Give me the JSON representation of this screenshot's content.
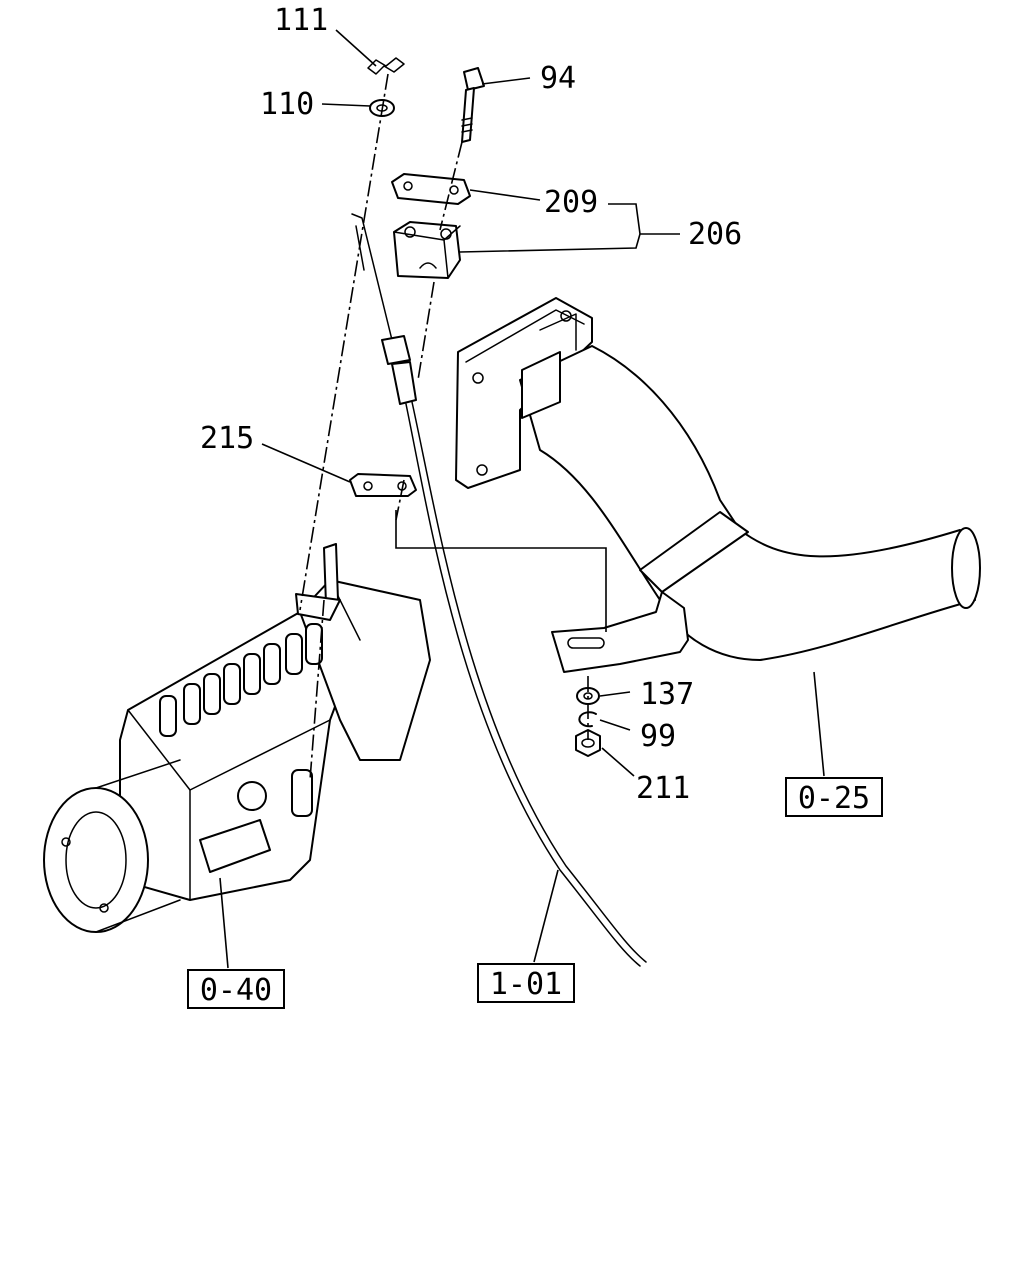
{
  "diagram": {
    "callouts": {
      "p111": "111",
      "p110": "110",
      "p94": "94",
      "p209": "209",
      "p206": "206",
      "p215": "215",
      "p137": "137",
      "p99": "99",
      "p211": "211"
    },
    "references": {
      "r025": "0-25",
      "r040": "0-40",
      "r101": "1-01"
    }
  }
}
